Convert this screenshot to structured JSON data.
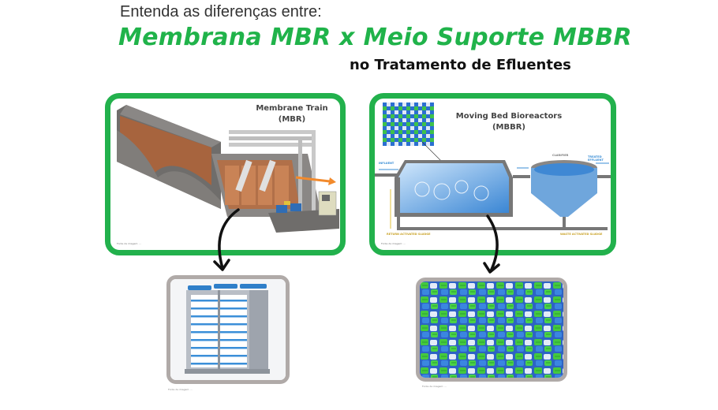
{
  "header": {
    "intro": "Entenda as diferenças entre:",
    "title": "Membrana MBR x Meio Suporte MBBR",
    "subtitle": "no Tratamento de Efluentes"
  },
  "colors": {
    "accent_green": "#22b14c",
    "title_green": "#20b34a",
    "frame_gray": "#b0aaa8",
    "arrow": "#111111"
  },
  "panels": [
    {
      "title_line1": "Membrane Train",
      "title_line2": "(MBR)",
      "credit": "Fonte da imagem: ...",
      "detail_caption": "Fonte da imagem: ..."
    },
    {
      "title_line1": "Moving Bed Bioreactors",
      "title_line2": "(MBBR)",
      "credit": "Fonte da imagem: ...",
      "labels": {
        "influent": "INFLUENT",
        "clarifier": "CLARIFIER",
        "treated_effluent": "TREATED EFFLUENT",
        "return_sludge": "RETURN ACTIVATED SLUDGE",
        "waste_sludge": "WASTE ACTIVATED SLUDGE"
      },
      "detail_caption": "Fonte da imagem: ..."
    }
  ]
}
